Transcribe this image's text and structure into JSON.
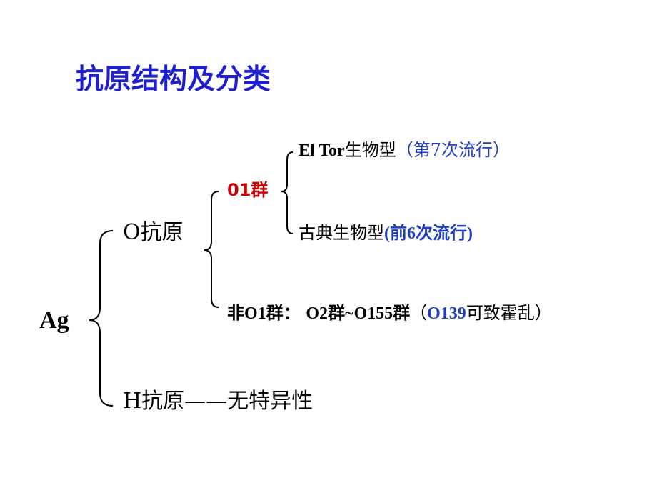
{
  "title": "抗原结构及分类",
  "root": "Ag",
  "o_antigen": "O抗原",
  "h_antigen": {
    "label": "H抗原",
    "dash": "——",
    "desc": "无特异性"
  },
  "o1_group": "01群",
  "non_o1": {
    "label": "非O1群：",
    "range": "O2群~O155群",
    "paren_open": "（",
    "o139": "O139",
    "o139_desc": "可致霍乱",
    "paren_close": "）"
  },
  "el_tor": {
    "name": "El Tor",
    "type": "生物型",
    "note": "（第7次流行）"
  },
  "classic": {
    "type": "古典生物型",
    "note": "(前6次流行)"
  },
  "colors": {
    "title": "#1f1fd0",
    "highlight": "#cc0000",
    "note": "#1f3fc0"
  }
}
